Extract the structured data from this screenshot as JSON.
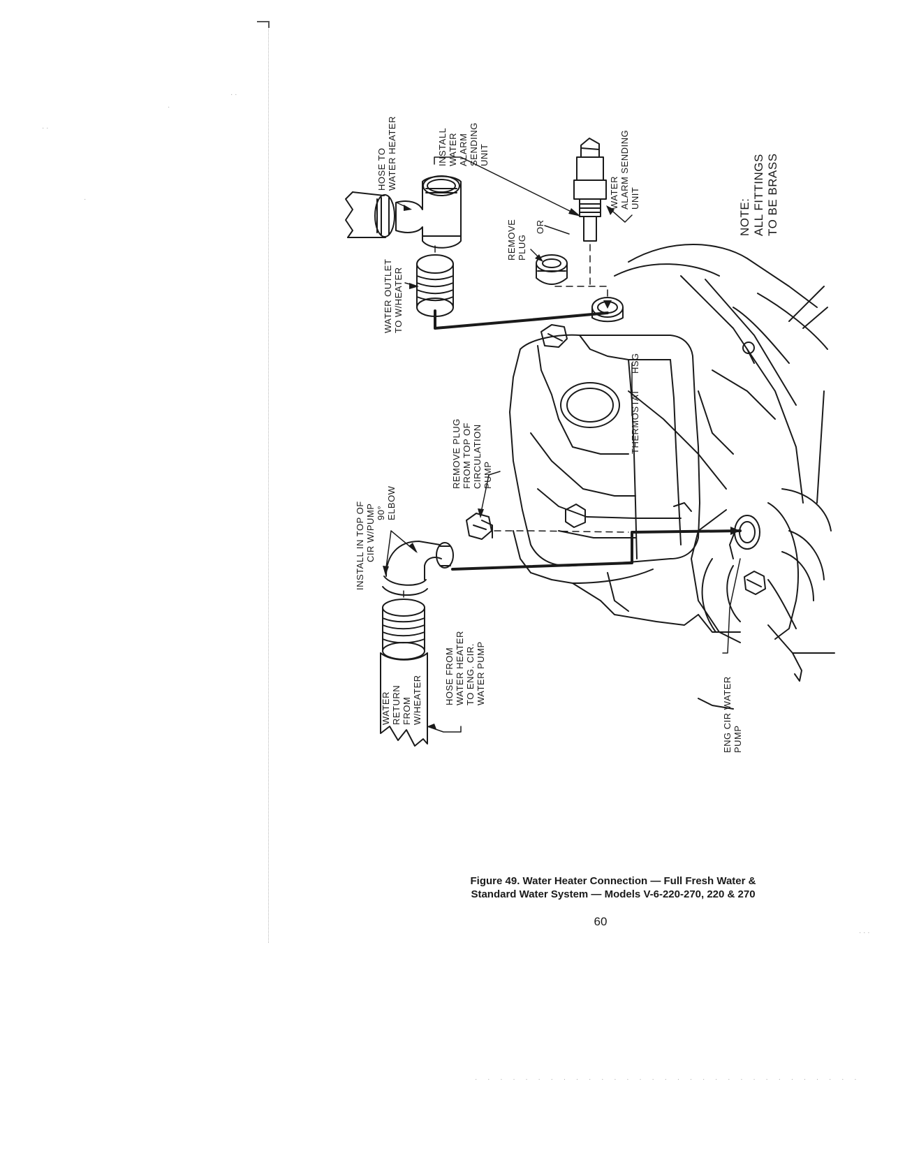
{
  "figure": {
    "caption_line1": "Figure 49. Water Heater Connection — Full Fresh Water &",
    "caption_line2": "Standard Water System — Models V-6-220-270, 220 & 270",
    "page_number": "60"
  },
  "labels": {
    "hose_to_water_heater": [
      "HOSE TO",
      "WATER HEATER"
    ],
    "install_water_alarm": [
      "INSTALL",
      "WATER",
      "ALARM",
      "SENDING",
      "UNIT"
    ],
    "water_alarm_sending_unit": [
      "WATER",
      "ALARM SENDING",
      "UNIT"
    ],
    "remove_plug": [
      "REMOVE",
      "PLUG"
    ],
    "or": "OR",
    "water_outlet": [
      "WATER OUTLET",
      "TO W/HEATER"
    ],
    "note": [
      "NOTE:",
      "ALL FITTINGS",
      "TO BE BRASS"
    ],
    "thermostat": "THERMOSTAT",
    "hsg": "HSG",
    "remove_plug_top": [
      "REMOVE PLUG",
      "FROM TOP OF",
      "CIRCULATION",
      "PUMP"
    ],
    "install_top_cir": [
      "INSTALL IN TOP OF",
      "CIR W/PUMP",
      "90°",
      "ELBOW"
    ],
    "water_return": [
      "WATER",
      "RETURN",
      "FROM",
      "W/HEATER"
    ],
    "hose_from_water_heater": [
      "HOSE FROM",
      "WATER HEATER",
      "TO ENG. CIR.",
      "WATER PUMP"
    ],
    "eng_cir_water_pump": [
      "ENG CIR WATER",
      "PUMP"
    ]
  }
}
